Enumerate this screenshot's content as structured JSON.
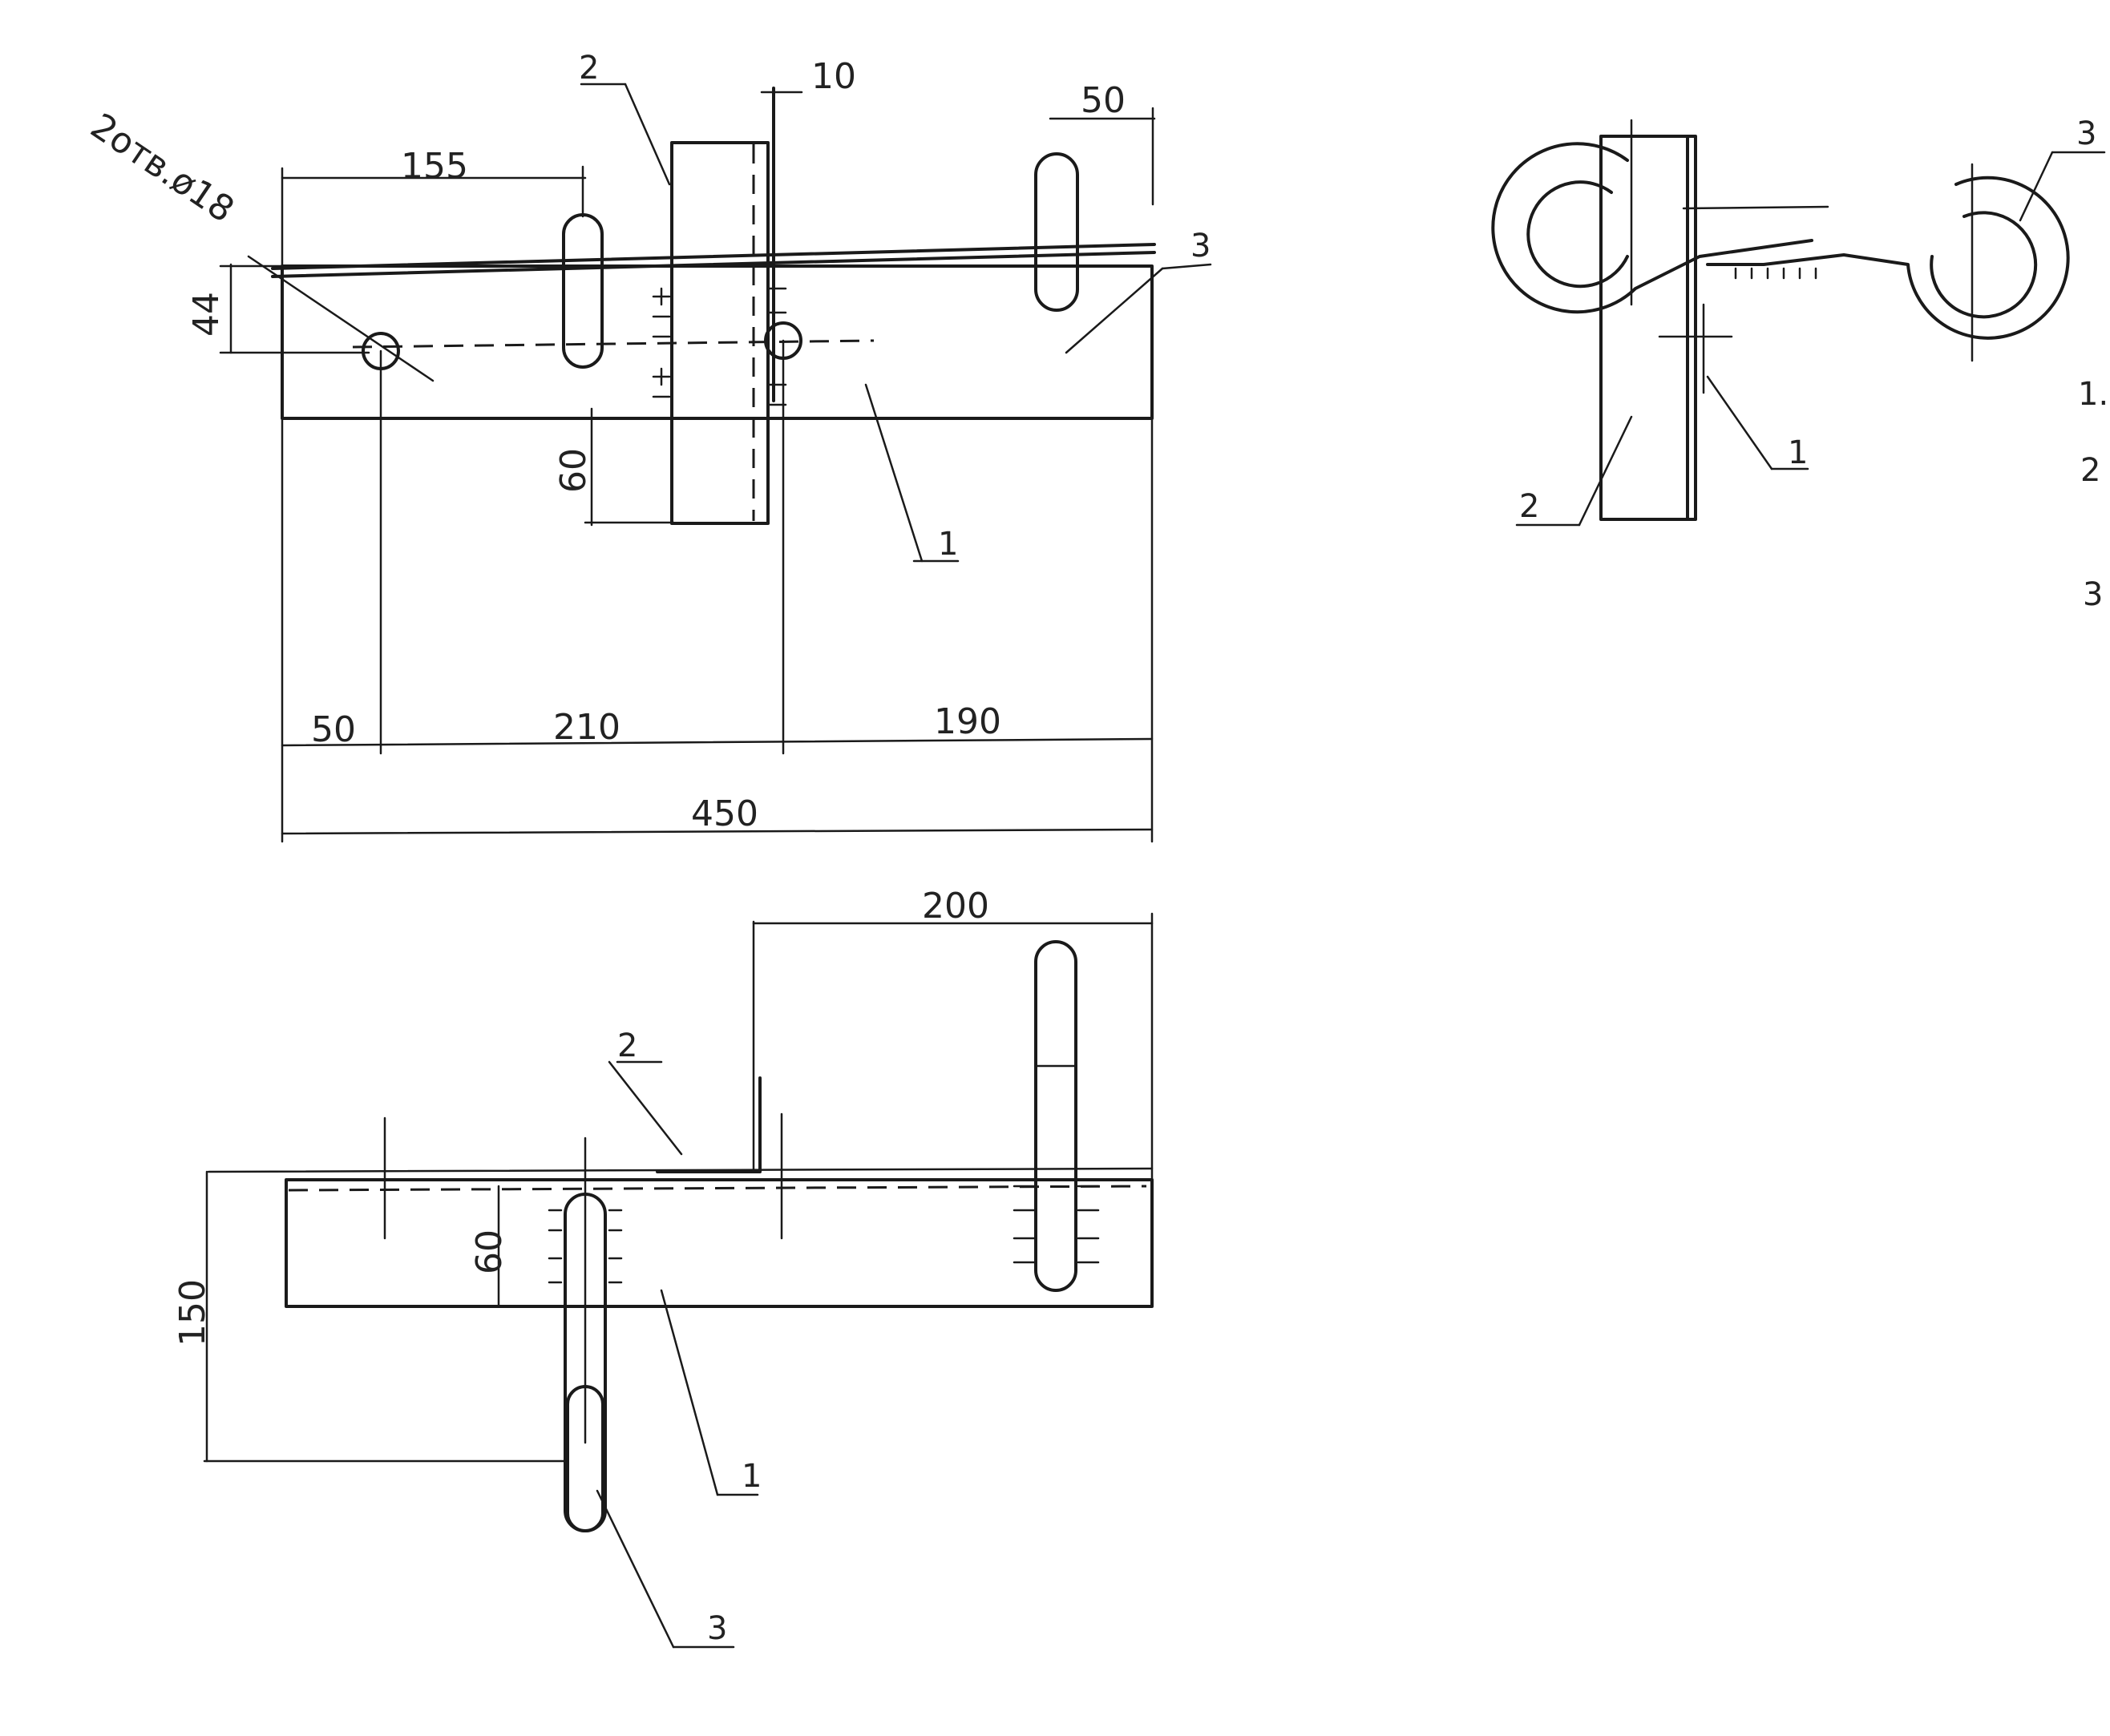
{
  "drawing": {
    "front_view": {
      "hole_note": "2отв.ø18",
      "dims": {
        "d155": "155",
        "d10": "10",
        "d50_top": "50",
        "d44": "44",
        "d60": "60",
        "d50_bottom": "50",
        "d210": "210",
        "d190": "190",
        "d450": "450"
      },
      "callouts": {
        "c1": "1",
        "c2": "2",
        "c3": "3"
      }
    },
    "plan_view": {
      "dims": {
        "d200": "200",
        "d60": "60",
        "d150": "150"
      },
      "callouts": {
        "c1": "1",
        "c2": "2",
        "c3": "3"
      }
    },
    "side_view": {
      "callouts": {
        "c1": "1",
        "c2": "2",
        "c3": "3"
      },
      "edge_fragments": [
        "1.",
        "2",
        "3"
      ]
    }
  }
}
